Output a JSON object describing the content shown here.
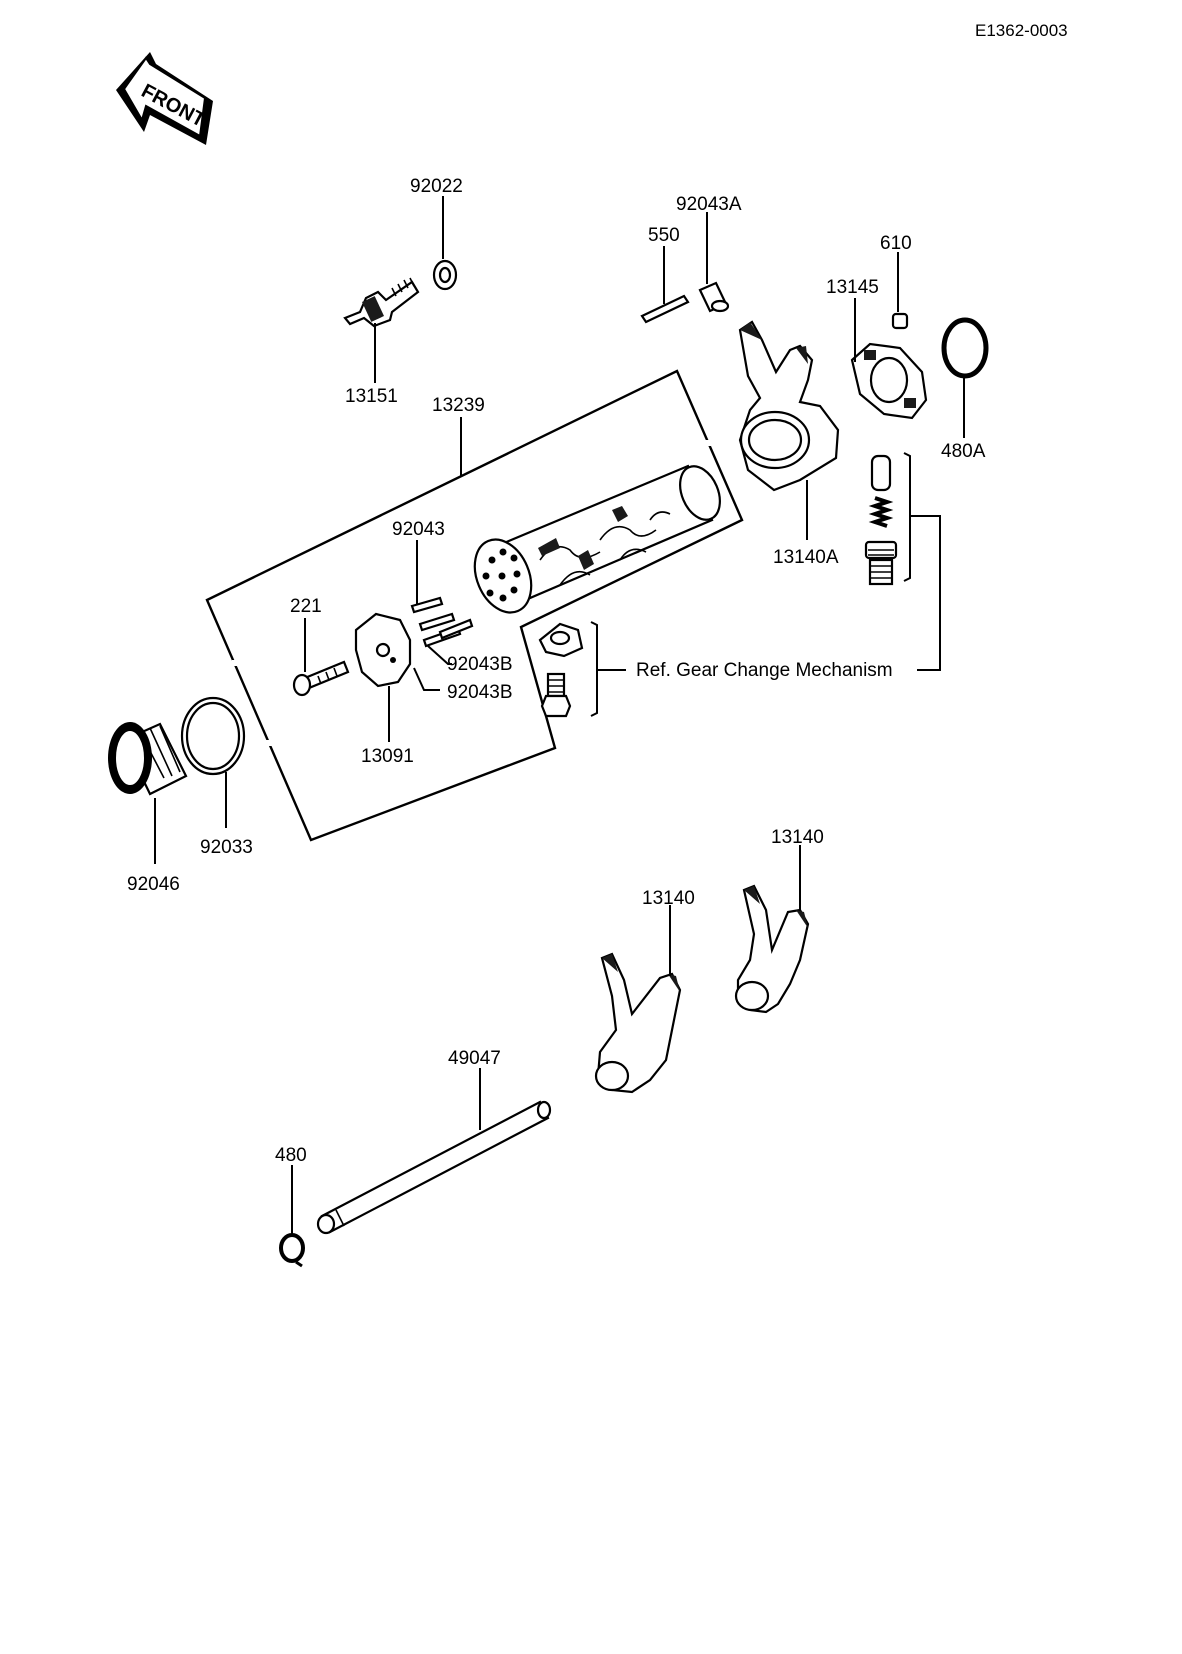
{
  "doc_code": "E1362-0003",
  "front_label": "FRONT",
  "labels": {
    "p92022": "92022",
    "p13151": "13151",
    "p13239": "13239",
    "p92043A": "92043A",
    "p550": "550",
    "p610": "610",
    "p13145": "13145",
    "p480A": "480A",
    "p13140A": "13140A",
    "p92043": "92043",
    "p221": "221",
    "p92043B_1": "92043B",
    "p92043B_2": "92043B",
    "p13091": "13091",
    "p92033": "92033",
    "p92046": "92046",
    "ref": "Ref.  Gear Change Mechanism",
    "p13140_a": "13140",
    "p13140_b": "13140",
    "p49047": "49047",
    "p480": "480"
  }
}
